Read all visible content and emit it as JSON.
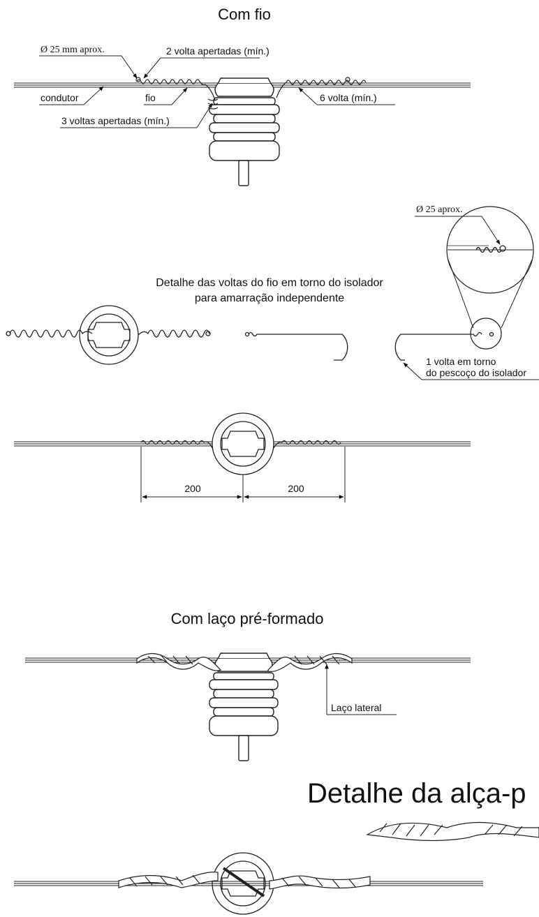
{
  "sections": {
    "com_fio": {
      "title": "Com fio",
      "labels": {
        "diameter": "Ø 25 mm aprox.",
        "two_turns": "2 volta apertadas (mín.)",
        "conductor": "condutor",
        "wire": "fio",
        "six_turns": "6 volta (mín.)",
        "three_turns": "3 voltas apertadas (mín.)"
      }
    },
    "detail": {
      "diameter": "Ø 25 aprox.",
      "caption_line1": "Detalhe das voltas do fio em torno do isolador",
      "caption_line2": "para amarração independente",
      "neck_line1": "1 volta em torno",
      "neck_line2": "do pescoço do isolador"
    },
    "top_view": {
      "dim_left": "200",
      "dim_right": "200"
    },
    "com_laco": {
      "title": "Com laço pré-formado",
      "lateral": "Laço lateral"
    },
    "alca": {
      "title": "Detalhe da alça-p"
    }
  }
}
